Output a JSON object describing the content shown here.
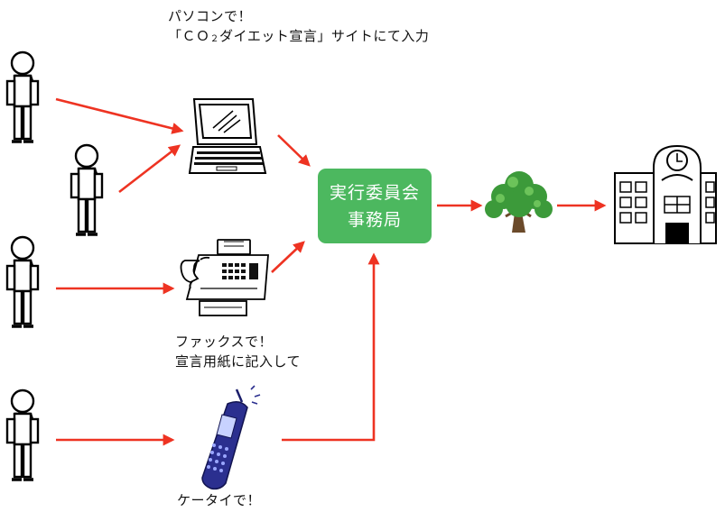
{
  "labels": {
    "pc_line1": "パソコンで！",
    "pc_line2_open": "「ＣＯ",
    "pc_line2_sub": "２",
    "pc_line2_rest": "ダイエット宣言」サイトにて入力",
    "fax_line1": "ファックスで！",
    "fax_line2": "宣言用紙に記入して",
    "phone_line1": "ケータイで！"
  },
  "office": {
    "line1": "実行委員会",
    "line2": "事務局"
  },
  "colors": {
    "arrow": "#ee3322",
    "office_fill": "#4cb85f",
    "phone_body": "#2b2f8f",
    "tree_leaf": "#3c9a3a",
    "tree_trunk": "#6b4a2a"
  },
  "icons": [
    "person-icon",
    "laptop-icon",
    "fax-icon",
    "mobile-phone-icon",
    "tree-icon",
    "school-building-icon"
  ]
}
